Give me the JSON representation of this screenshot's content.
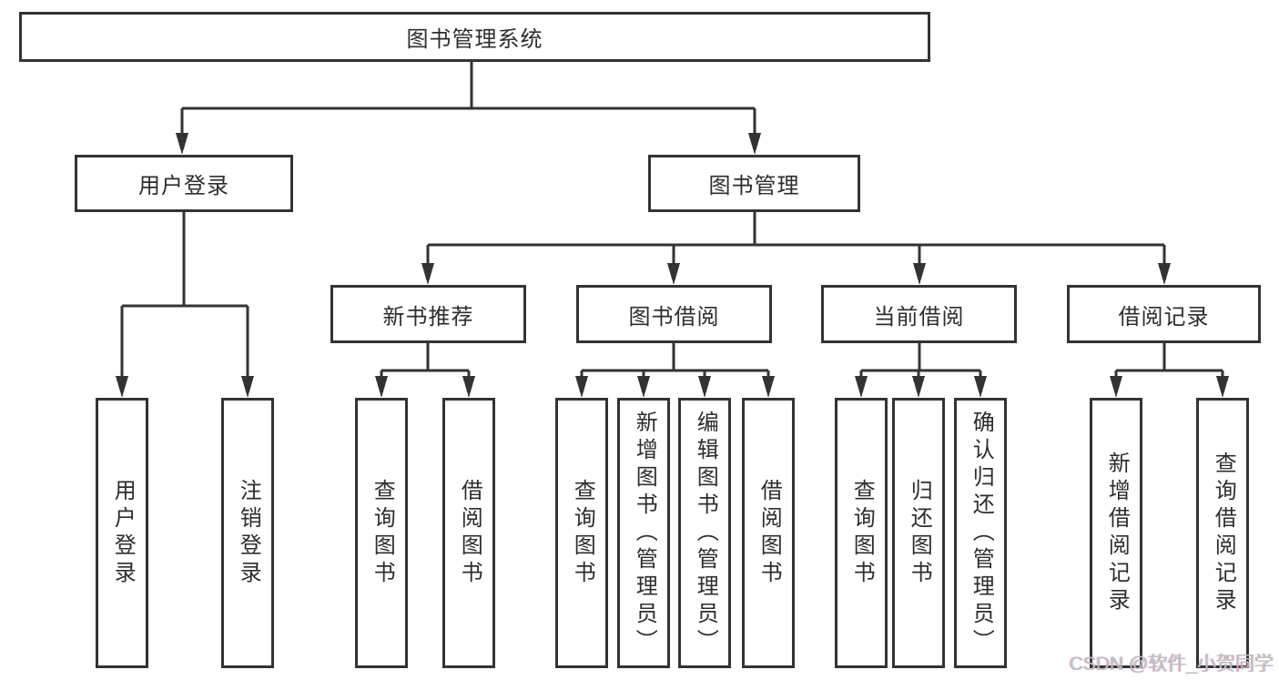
{
  "colors": {
    "line": "#333333",
    "box_border": "#333333",
    "text": "#2d2d2d",
    "watermark": "#c0bfbf",
    "background": "#ffffff"
  },
  "watermark": "CSDN @软件_小贺同学",
  "tree": {
    "label": "图书管理系统",
    "children": [
      {
        "label": "用户登录",
        "children": [
          {
            "label": "用户登录"
          },
          {
            "label": "注销登录"
          }
        ]
      },
      {
        "label": "图书管理",
        "children": [
          {
            "label": "新书推荐",
            "children": [
              {
                "label": "查询图书"
              },
              {
                "label": "借阅图书"
              }
            ]
          },
          {
            "label": "图书借阅",
            "children": [
              {
                "label": "查询图书"
              },
              {
                "label": "新增图书（管理员）"
              },
              {
                "label": "编辑图书（管理员）"
              },
              {
                "label": "借阅图书"
              }
            ]
          },
          {
            "label": "当前借阅",
            "children": [
              {
                "label": "查询图书"
              },
              {
                "label": "归还图书"
              },
              {
                "label": "确认归还（管理员）"
              }
            ]
          },
          {
            "label": "借阅记录",
            "children": [
              {
                "label": "新增借阅记录"
              },
              {
                "label": "查询借阅记录"
              }
            ]
          }
        ]
      }
    ]
  }
}
